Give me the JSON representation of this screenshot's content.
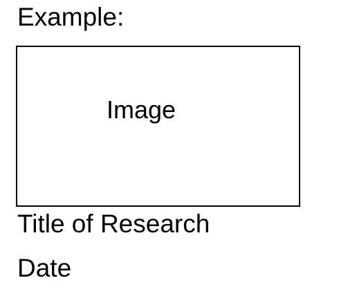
{
  "heading": "Example:",
  "image_placeholder": {
    "label": "Image"
  },
  "caption": {
    "title": "Title of Research",
    "date": "Date"
  }
}
